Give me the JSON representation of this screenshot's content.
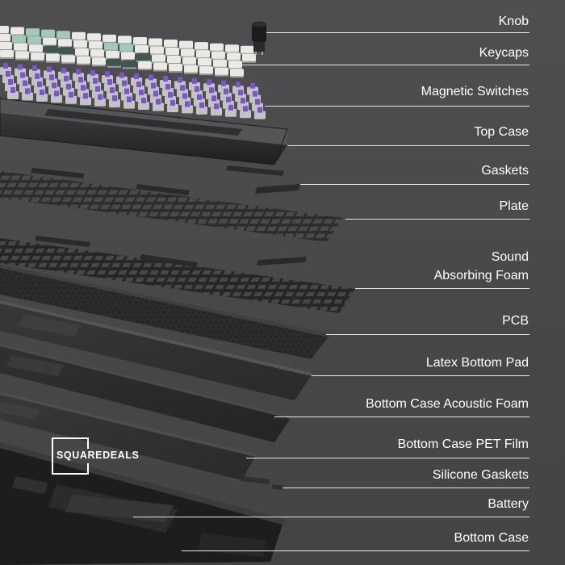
{
  "labels": {
    "knob": "Knob",
    "keycaps": "Keycaps",
    "switches": "Magnetic Switches",
    "top_case": "Top Case",
    "gaskets": "Gaskets",
    "plate": "Plate",
    "foam_line1": "Sound",
    "foam_line2": "Absorbing Foam",
    "pcb": "PCB",
    "latex_pad": "Latex Bottom Pad",
    "acoustic_foam": "Bottom Case Acoustic Foam",
    "pet_film": "Bottom Case PET Film",
    "silicone_gaskets": "Silicone Gaskets",
    "battery": "Battery",
    "bottom_case": "Bottom Case"
  },
  "logo": {
    "text": "SQUAREDEALS"
  },
  "colors": {
    "background": "#4a4a4c",
    "label_text": "#ffffff",
    "leader_line": "#e6e6e6",
    "switch_stem": "#7b55c9",
    "keycap_white": "#e9e9e6",
    "keycap_mint": "#a3c9bb",
    "keycap_dark": "#3f5651"
  },
  "icons": {
    "logo": "square-bracket-logo"
  }
}
